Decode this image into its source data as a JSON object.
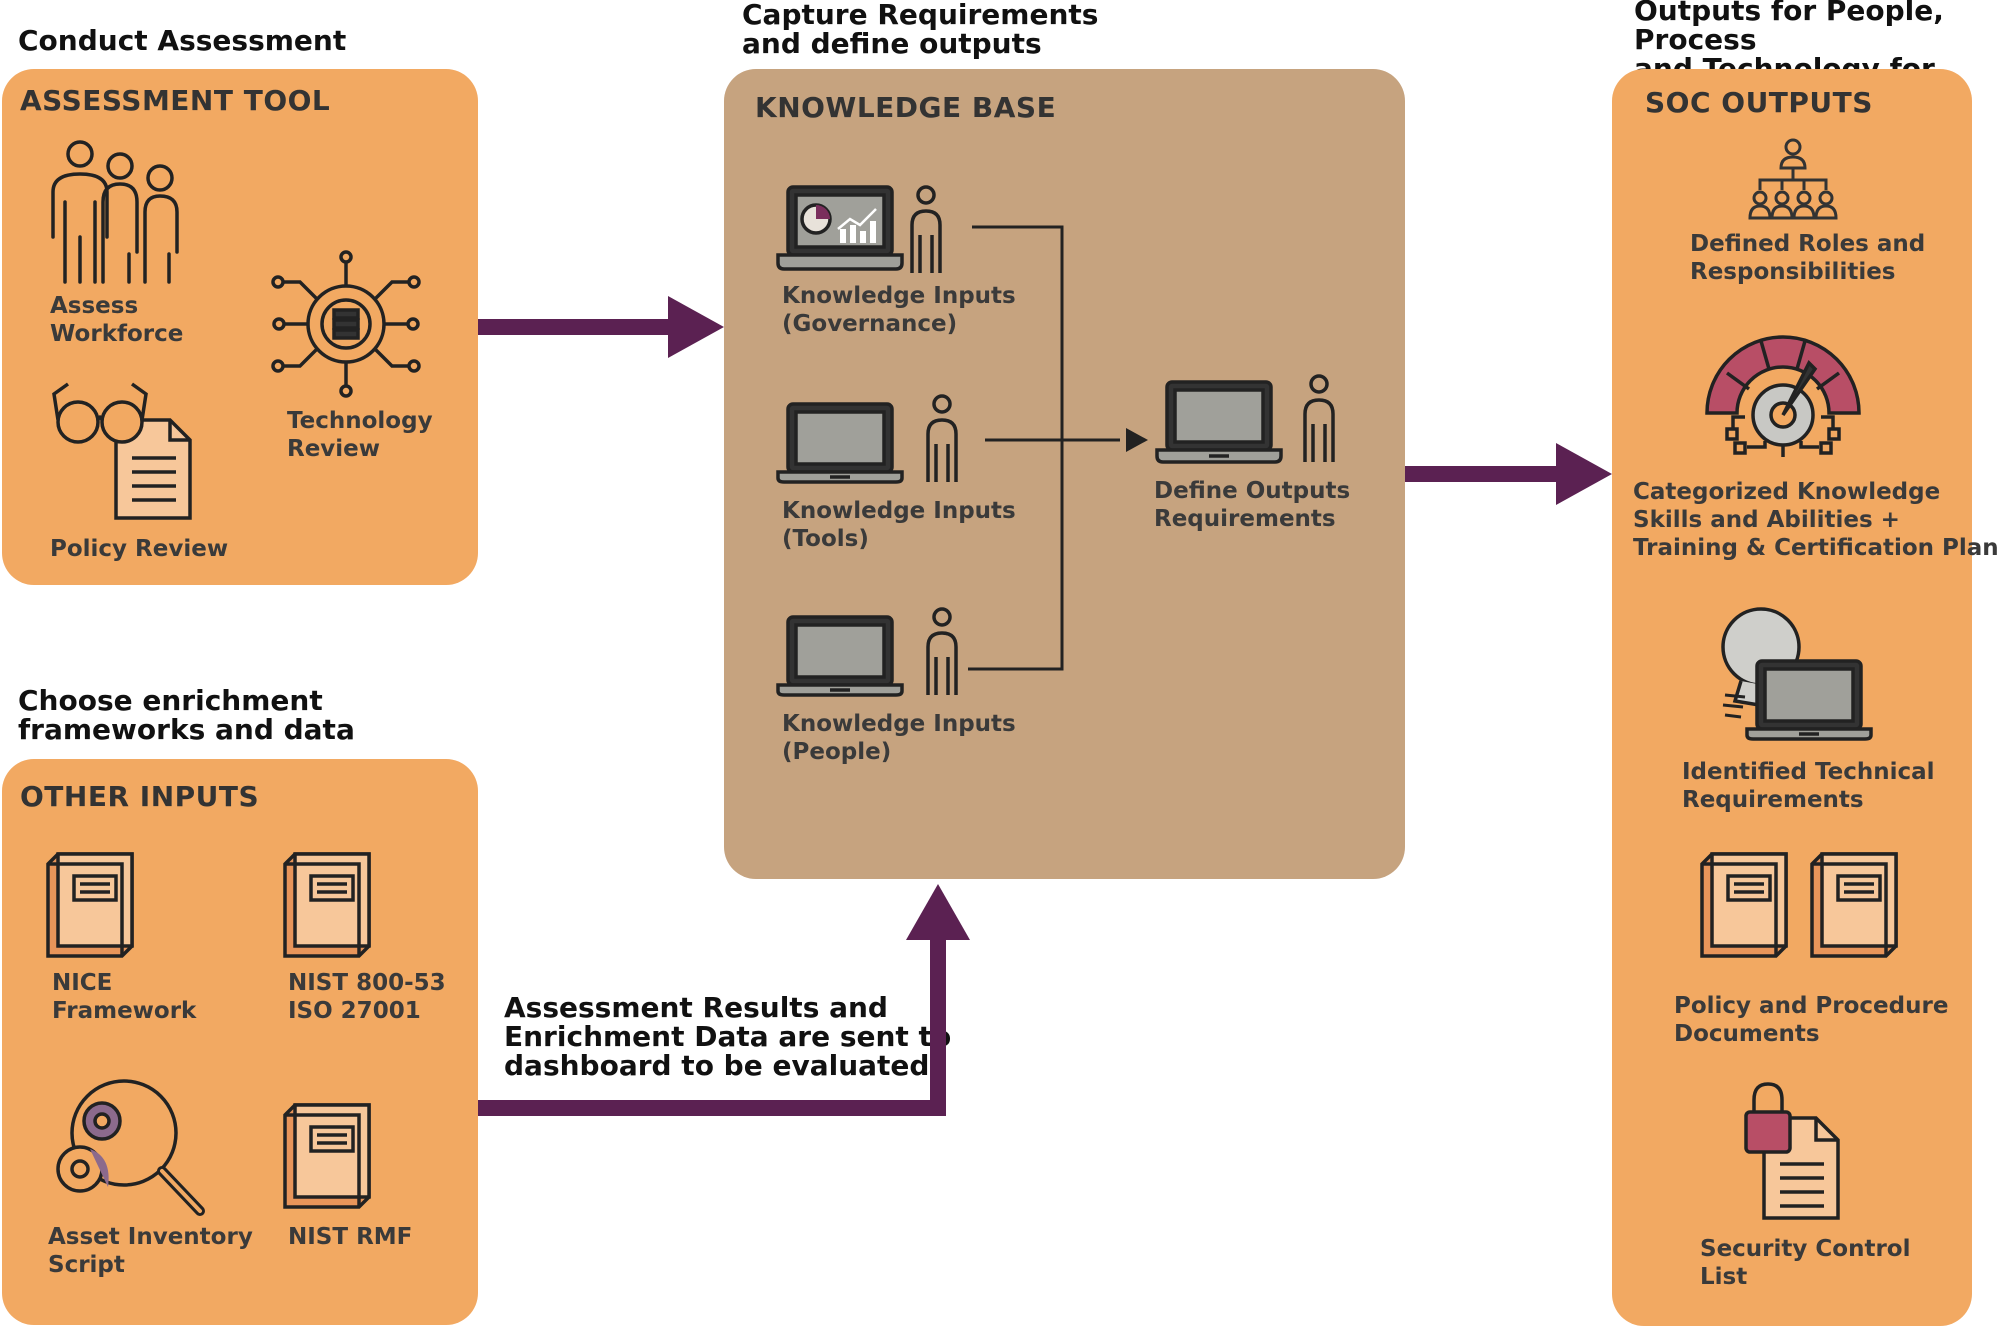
{
  "headings": {
    "conduct": "Conduct Assessment",
    "capture": "Capture Requirements\nand define outputs",
    "outputs": "Outputs for People, Process\nand Technology for SOC",
    "choose": "Choose enrichment\nframeworks and data",
    "results": "Assessment Results and\nEnrichment Data are sent to\ndashboard to be evaluated"
  },
  "assessment_tool": {
    "title": "ASSESSMENT TOOL",
    "items": {
      "workforce": "Assess\nWorkforce",
      "technology": "Technology\nReview",
      "policy": "Policy Review"
    }
  },
  "other_inputs": {
    "title": "OTHER INPUTS",
    "items": {
      "nice": "NICE\nFramework",
      "nist80053": "NIST 800-53\nISO 27001",
      "asset": "Asset Inventory\nScript",
      "rmf": "NIST RMF"
    }
  },
  "knowledge_base": {
    "title": "KNOWLEDGE BASE",
    "items": {
      "governance": "Knowledge Inputs\n(Governance)",
      "tools": "Knowledge Inputs\n(Tools)",
      "people": "Knowledge Inputs\n(People)",
      "define": "Define Outputs\nRequirements"
    }
  },
  "soc_outputs": {
    "title": "SOC OUTPUTS",
    "items": {
      "roles": "Defined Roles and\nResponsibilities",
      "ksa": "Categorized Knowledge\nSkills and Abilities +\nTraining & Certification Plan",
      "technical": "Identified Technical\nRequirements",
      "policy_docs": "Policy and Procedure\nDocuments",
      "controls": "Security Control\nList"
    }
  },
  "colors": {
    "orange_panel": "#F2A962",
    "tan_panel": "#C6A37F",
    "arrow": "#5B2152",
    "line": "#222222",
    "accent_red": "#B84E66"
  }
}
